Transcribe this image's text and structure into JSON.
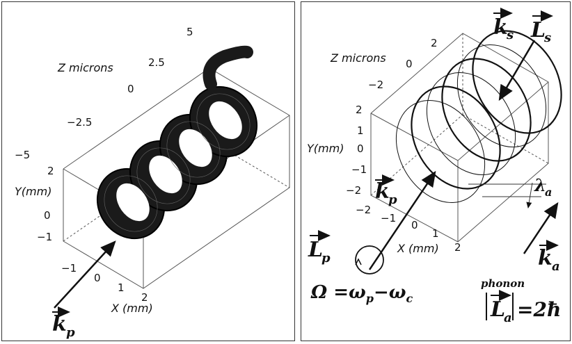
{
  "left": {
    "z_axis_label": "Z microns",
    "z_ticks": [
      "5",
      "2.5",
      "0",
      "−2.5",
      "−5"
    ],
    "y_axis_label": "Y(mm)",
    "y_ticks": [
      "2",
      "0",
      "−1"
    ],
    "x_axis_label": "X (mm)",
    "x_ticks": [
      "−1",
      "0",
      "1",
      "2"
    ],
    "kp_main": "k",
    "kp_sub": "p"
  },
  "right": {
    "z_axis_label": "Z microns",
    "z_ticks": [
      "2",
      "0",
      "−2"
    ],
    "y_axis_label": "Y(mm)",
    "y_ticks": [
      "2",
      "1",
      "0",
      "−1",
      "−2"
    ],
    "x_axis_label": "X (mm)",
    "x_ticks": [
      "−2",
      "−1",
      "0",
      "1",
      "2"
    ],
    "ks_main": "k",
    "ks_sub": "s",
    "Ls_main": "L",
    "Ls_sub": "s",
    "kp_main": "k",
    "kp_sub": "p",
    "Lp_main": "L",
    "Lp_sub": "p",
    "lambda_main": "λ",
    "lambda_sub": "a",
    "ka_main": "k",
    "ka_sub": "a",
    "omega_eq": "Ω =ω",
    "omega_p": "p",
    "omega_minus": "−ω",
    "omega_c": "c",
    "phonon_label": "phonon",
    "La_main": "L",
    "La_sub": "a",
    "La_rhs": "=2ħ"
  }
}
